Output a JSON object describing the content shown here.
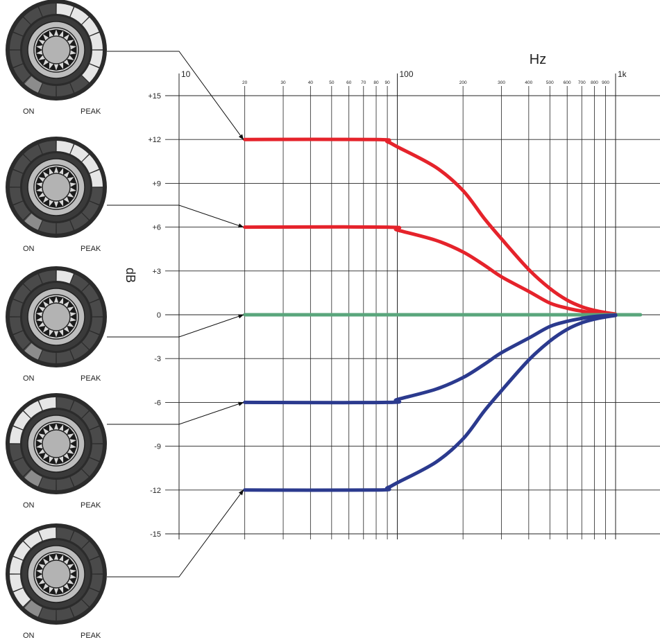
{
  "chart_data": {
    "type": "line",
    "title": "",
    "xlabel": "Hz",
    "ylabel": "dB",
    "xscale": "log",
    "xlim": [
      10,
      1300
    ],
    "ylim": [
      -15,
      15
    ],
    "grid": true,
    "x_major_ticks": [
      {
        "value": 10,
        "label": "10"
      },
      {
        "value": 100,
        "label": "100"
      },
      {
        "value": 1000,
        "label": "1k"
      }
    ],
    "x_minor_ticks": [
      {
        "value": 20,
        "label": "20"
      },
      {
        "value": 30,
        "label": "30"
      },
      {
        "value": 40,
        "label": "40"
      },
      {
        "value": 50,
        "label": "50"
      },
      {
        "value": 60,
        "label": "60"
      },
      {
        "value": 70,
        "label": "70"
      },
      {
        "value": 80,
        "label": "80"
      },
      {
        "value": 90,
        "label": "90"
      },
      {
        "value": 200,
        "label": "200"
      },
      {
        "value": 300,
        "label": "300"
      },
      {
        "value": 400,
        "label": "400"
      },
      {
        "value": 500,
        "label": "500"
      },
      {
        "value": 600,
        "label": "600"
      },
      {
        "value": 700,
        "label": "700"
      },
      {
        "value": 800,
        "label": "800"
      },
      {
        "value": 900,
        "label": "900"
      }
    ],
    "y_ticks": [
      {
        "value": 15,
        "label": "+15"
      },
      {
        "value": 12,
        "label": "+12"
      },
      {
        "value": 9,
        "label": "+9"
      },
      {
        "value": 6,
        "label": "+6"
      },
      {
        "value": 3,
        "label": "+3"
      },
      {
        "value": 0,
        "label": "0"
      },
      {
        "value": -3,
        "label": "-3"
      },
      {
        "value": -6,
        "label": "-6"
      },
      {
        "value": -9,
        "label": "-9"
      },
      {
        "value": -12,
        "label": "-12"
      },
      {
        "value": -15,
        "label": "-15"
      }
    ],
    "series": [
      {
        "color": "#e5232b",
        "points": [
          [
            20,
            12
          ],
          [
            80,
            12
          ],
          [
            90,
            11.85
          ],
          [
            100,
            11.5
          ],
          [
            150,
            10.1
          ],
          [
            200,
            8.5
          ],
          [
            250,
            6.6
          ],
          [
            300,
            5.2
          ],
          [
            400,
            3.1
          ],
          [
            500,
            1.8
          ],
          [
            600,
            1.0
          ],
          [
            700,
            0.55
          ],
          [
            800,
            0.3
          ],
          [
            900,
            0.15
          ],
          [
            1000,
            0.05
          ]
        ]
      },
      {
        "color": "#e5232b",
        "points": [
          [
            20,
            6
          ],
          [
            90,
            6
          ],
          [
            100,
            5.8
          ],
          [
            150,
            5.1
          ],
          [
            200,
            4.3
          ],
          [
            250,
            3.4
          ],
          [
            300,
            2.6
          ],
          [
            400,
            1.6
          ],
          [
            500,
            0.8
          ],
          [
            600,
            0.45
          ],
          [
            700,
            0.25
          ],
          [
            800,
            0.12
          ],
          [
            900,
            0.06
          ],
          [
            1000,
            0.02
          ]
        ]
      },
      {
        "color": "#5aa67c",
        "points": [
          [
            20,
            0
          ],
          [
            1300,
            0
          ]
        ]
      },
      {
        "color": "#2b3a8e",
        "points": [
          [
            20,
            -6
          ],
          [
            90,
            -6
          ],
          [
            100,
            -5.8
          ],
          [
            150,
            -5.1
          ],
          [
            200,
            -4.3
          ],
          [
            250,
            -3.4
          ],
          [
            300,
            -2.6
          ],
          [
            400,
            -1.6
          ],
          [
            500,
            -0.8
          ],
          [
            600,
            -0.45
          ],
          [
            700,
            -0.25
          ],
          [
            800,
            -0.12
          ],
          [
            900,
            -0.06
          ],
          [
            1000,
            -0.02
          ]
        ]
      },
      {
        "color": "#2b3a8e",
        "points": [
          [
            20,
            -12
          ],
          [
            80,
            -12
          ],
          [
            90,
            -11.85
          ],
          [
            100,
            -11.5
          ],
          [
            150,
            -10.1
          ],
          [
            200,
            -8.5
          ],
          [
            250,
            -6.6
          ],
          [
            300,
            -5.2
          ],
          [
            400,
            -3.1
          ],
          [
            500,
            -1.8
          ],
          [
            600,
            -1.0
          ],
          [
            700,
            -0.55
          ],
          [
            800,
            -0.3
          ],
          [
            900,
            -0.15
          ],
          [
            1000,
            -0.05
          ]
        ]
      }
    ]
  },
  "knobs": [
    {
      "on_label": "ON",
      "peak_label": "PEAK",
      "lit": [
        0,
        1,
        2,
        3,
        4,
        5
      ],
      "points_to_db": 12
    },
    {
      "on_label": "ON",
      "peak_label": "PEAK",
      "lit": [
        0,
        1,
        2,
        3
      ],
      "points_to_db": 6
    },
    {
      "on_label": "ON",
      "peak_label": "PEAK",
      "lit": [
        0
      ],
      "points_to_db": 0
    },
    {
      "on_label": "ON",
      "peak_label": "PEAK",
      "lit": [
        -1,
        -2,
        -3,
        -4
      ],
      "points_to_db": -6
    },
    {
      "on_label": "ON",
      "peak_label": "PEAK",
      "lit": [
        -1,
        -2,
        -3,
        -4,
        -5,
        -6
      ],
      "points_to_db": -12
    }
  ],
  "colors": {
    "boost": "#e5232b",
    "flat": "#5aa67c",
    "cut": "#2b3a8e",
    "knob_ring": "#2b2b2b",
    "knob_lit": "#e6e6e6",
    "knob_status": "#8c8c8c"
  }
}
